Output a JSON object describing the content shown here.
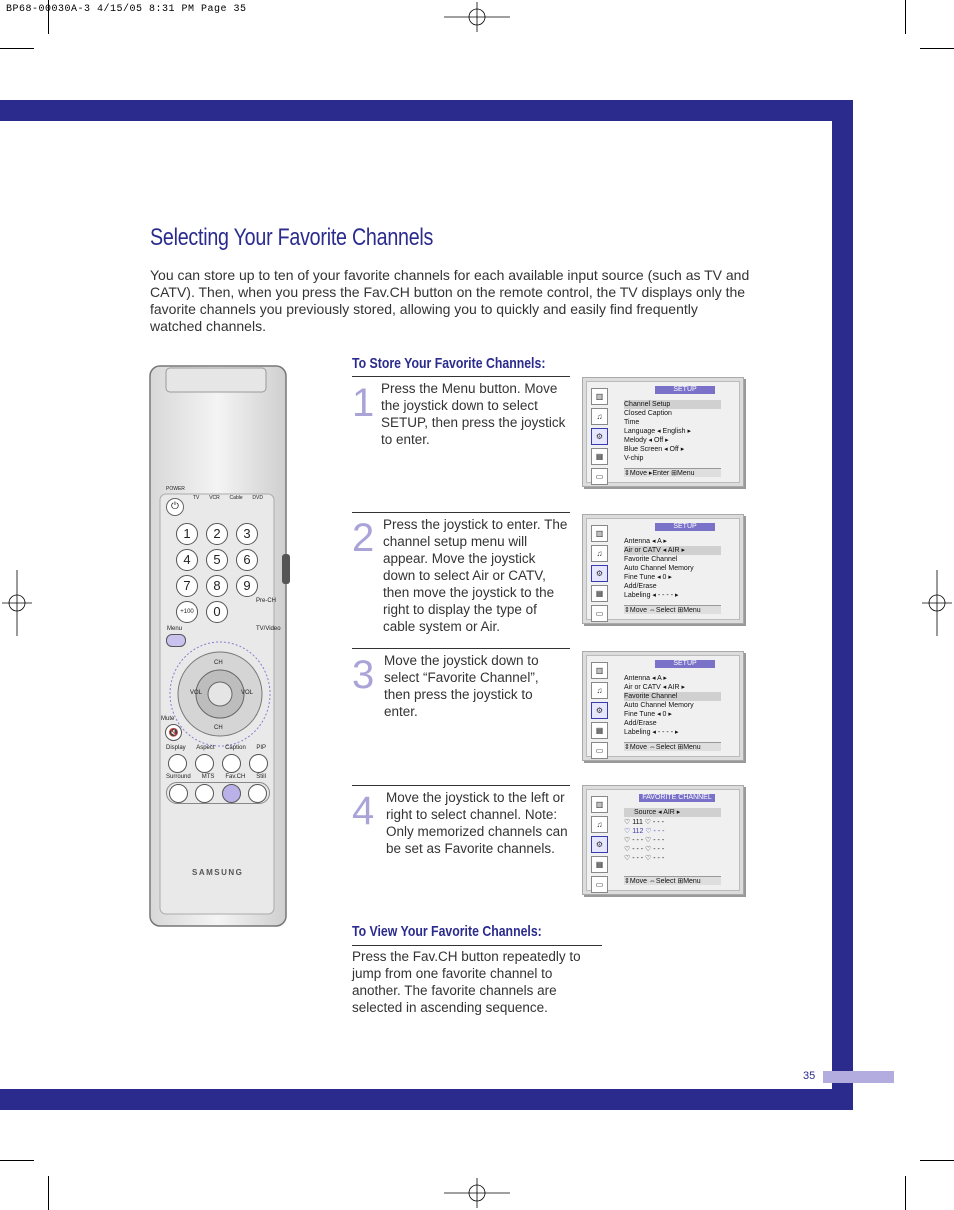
{
  "print_header": "BP68-00030A-3  4/15/05  8:31 PM  Page 35",
  "title": "Selecting Your Favorite Channels",
  "intro": "You can store up to ten of your favorite channels for each available input source (such as TV and CATV). Then, when you press the Fav.CH button on the remote control, the TV displays only the favorite channels you previously stored, allowing you to quickly and easily find frequently watched channels.",
  "store_heading": "To Store Your Favorite Channels:",
  "view_heading": "To View Your Favorite Channels:",
  "steps": [
    {
      "num": "1",
      "text": "Press the Menu button. Move the joystick down to select SETUP, then press the joystick to enter."
    },
    {
      "num": "2",
      "text": "Press the joystick to enter. The channel setup menu will appear.  Move the joystick down to select Air or CATV, then move the joystick to the right to display the type of cable system or Air."
    },
    {
      "num": "3",
      "text": "Move the joystick down to select “Favorite Channel”, then press the joystick to enter."
    },
    {
      "num": "4",
      "text": "Move the joystick to the left or right to select channel. Note: Only memorized channels can be set as Favorite channels."
    }
  ],
  "view_text": "Press the Fav.CH button repeatedly to jump from one favorite channel to another. The favorite channels are selected in ascending sequence.",
  "osd1": {
    "header": "SETUP",
    "rows": [
      "Channel Setup",
      "Closed Caption",
      "Time",
      "Language  ◂  English  ▸",
      "Melody  ◂  Off  ▸",
      "Blue Screen  ◂  Off  ▸",
      "V-chip"
    ],
    "footer": "⇕Move  ▸Enter  ⊞Menu"
  },
  "osd2": {
    "header": "SETUP",
    "rows": [
      "Antenna  ◂  A  ▸",
      "Air or CATV  ◂  AIR  ▸",
      "Favorite Channel",
      "Auto Channel Memory",
      "Fine Tune  ◂  0  ▸",
      "Add/Erase",
      "Labeling  ◂  - - - -  ▸"
    ],
    "footer": "⇕Move  ⇔Select  ⊞Menu"
  },
  "osd3": {
    "header": "SETUP",
    "rows": [
      "Antenna  ◂  A  ▸",
      "Air or CATV  ◂  AIR  ▸",
      "Favorite Channel",
      "Auto Channel Memory",
      "Fine Tune  ◂  0  ▸",
      "Add/Erase",
      "Labeling  ◂  - - - -  ▸"
    ],
    "footer": "⇕Move  ⇔Select  ⊞Menu"
  },
  "osd4": {
    "header": "FAVORITE CHANNEL",
    "source": "Source  ◂  AIR  ▸",
    "rows": [
      "♡ 111     ♡ - - -",
      "♡ 112     ♡ - - -",
      "♡ - - -     ♡ - - -",
      "♡ - - -     ♡ - - -",
      "♡ - - -     ♡ - - -"
    ],
    "footer": "⇕Move  ⇔Select  ⊞Menu"
  },
  "remote": {
    "power": "POWER",
    "modes": [
      "TV",
      "VCR",
      "Cable",
      "DVD"
    ],
    "digits": [
      "1",
      "2",
      "3",
      "4",
      "5",
      "6",
      "7",
      "8",
      "9",
      "+100",
      "0"
    ],
    "prech": "Pre-CH",
    "menu": "Menu",
    "tvvideo": "TV/Video",
    "ch": "CH",
    "vol": "VOL",
    "mute": "Mute",
    "row1": [
      "Display",
      "Aspect",
      "Caption",
      "PIP"
    ],
    "row2": [
      "Surround",
      "MTS",
      "Fav.CH",
      "Still"
    ],
    "brand": "SAMSUNG"
  },
  "page_number": "35",
  "colors": {
    "band": "#2b2b8e",
    "step_num": "#a9a3d8",
    "page_bar": "#b3acdf"
  }
}
